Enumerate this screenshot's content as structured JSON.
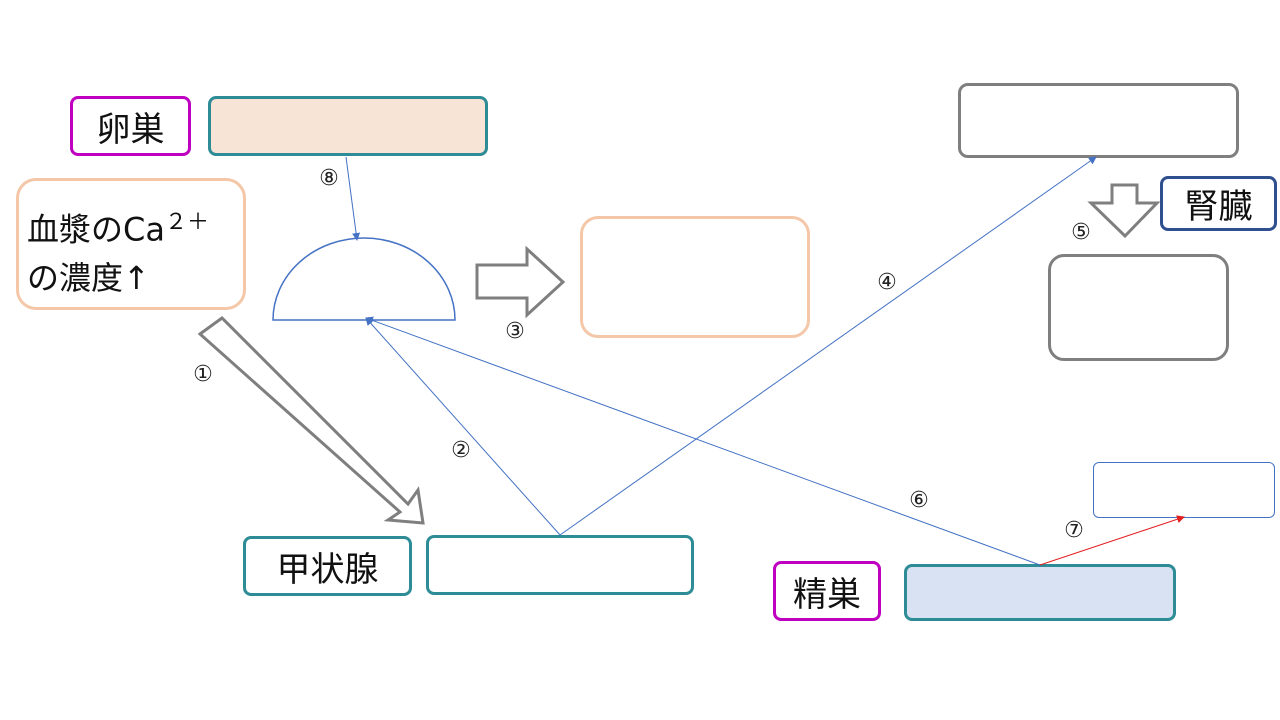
{
  "labels": {
    "ovary": "卵巣",
    "thyroid": "甲状腺",
    "testis": "精巣",
    "kidney": "腎臓",
    "plasma_line1": "血漿のCa",
    "plasma_sup": "２＋",
    "plasma_line2": "の濃度↑"
  },
  "steps": [
    "①",
    "②",
    "③",
    "④",
    "⑤",
    "⑥",
    "⑦",
    "⑧"
  ],
  "colors": {
    "magenta_border": "#c000c0",
    "teal_border": "#2e8c96",
    "peach_fill": "#f8e4d6",
    "peach_border": "#f4c7a8",
    "gray_border": "#7f7f7f",
    "blue_line": "#4472c4",
    "light_blue_fill": "#d9e2f3",
    "navy_border": "#2f4f8f",
    "red_line": "#e32020"
  }
}
